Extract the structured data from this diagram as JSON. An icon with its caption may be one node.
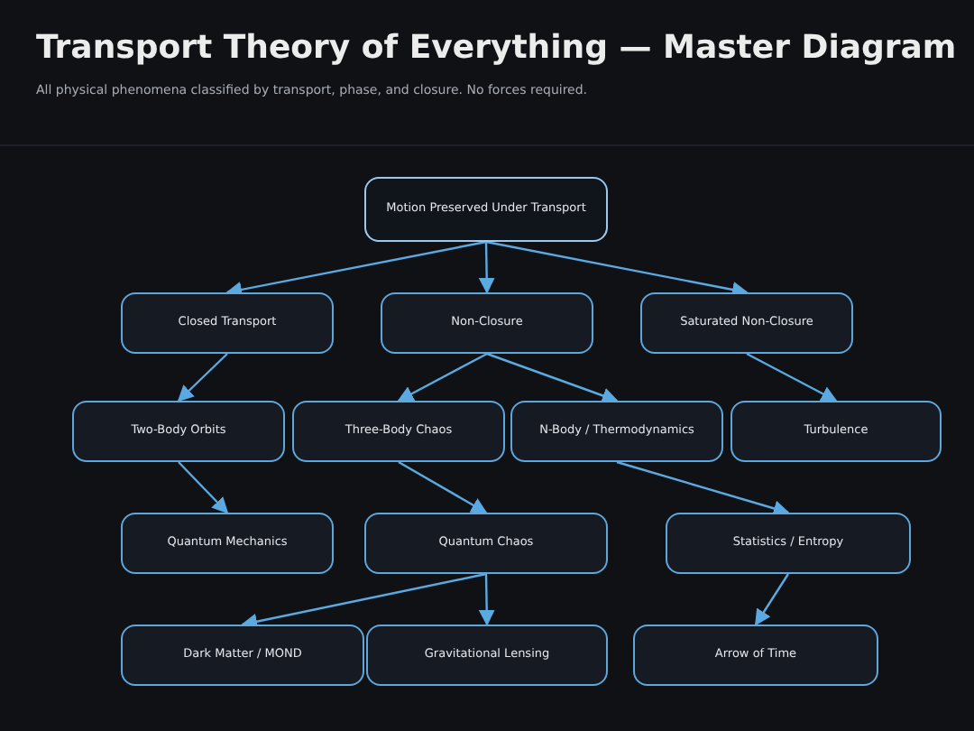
{
  "diagram": {
    "title": "Transport Theory of Everything — Master Diagram",
    "caption": "All physical phenomena classified by transport, phase, and closure. No forces required.",
    "nodes": [
      {
        "text": [
          "Motion Preserved Under Transport"
        ]
      },
      {
        "text": [
          "Closed Transport"
        ]
      },
      {
        "text": [
          "Non-Closure"
        ]
      },
      {
        "text": [
          "Saturated Non-Closure"
        ]
      },
      {
        "text": [
          "Two-Body Orbits"
        ]
      },
      {
        "text": [
          "Three-Body Chaos"
        ]
      },
      {
        "text": [
          "N-Body / Thermodynamics"
        ]
      },
      {
        "text": [
          "Turbulence"
        ]
      },
      {
        "text": [
          "Quantum Mechanics"
        ]
      },
      {
        "text": [
          "Quantum Chaos"
        ]
      },
      {
        "text": [
          "Statistics / Entropy"
        ]
      },
      {
        "text": [
          "Dark Matter / MOND"
        ]
      },
      {
        "text": [
          "Gravitational Lensing"
        ]
      },
      {
        "text": [
          "Arrow of Time"
        ]
      }
    ],
    "edges": [
      {
        "from": 0,
        "to": 1,
        "arrow": "to"
      },
      {
        "from": 0,
        "to": 2,
        "arrow": "to"
      },
      {
        "from": 0,
        "to": 3,
        "arrow": "to"
      },
      {
        "from": 1,
        "to": 4,
        "arrow": "to"
      },
      {
        "from": 2,
        "to": 5,
        "arrow": "to"
      },
      {
        "from": 2,
        "to": 6,
        "arrow": "to"
      },
      {
        "from": 3,
        "to": 7,
        "arrow": "to"
      },
      {
        "from": 4,
        "to": 8,
        "arrow": "to"
      },
      {
        "from": 5,
        "to": 9,
        "arrow": "to"
      },
      {
        "from": 6,
        "to": 10,
        "arrow": "to"
      },
      {
        "from": 9,
        "to": 11,
        "arrow": "to"
      },
      {
        "from": 9,
        "to": 12,
        "arrow": "to"
      },
      {
        "from": 10,
        "to": 13,
        "arrow": "to"
      }
    ]
  }
}
